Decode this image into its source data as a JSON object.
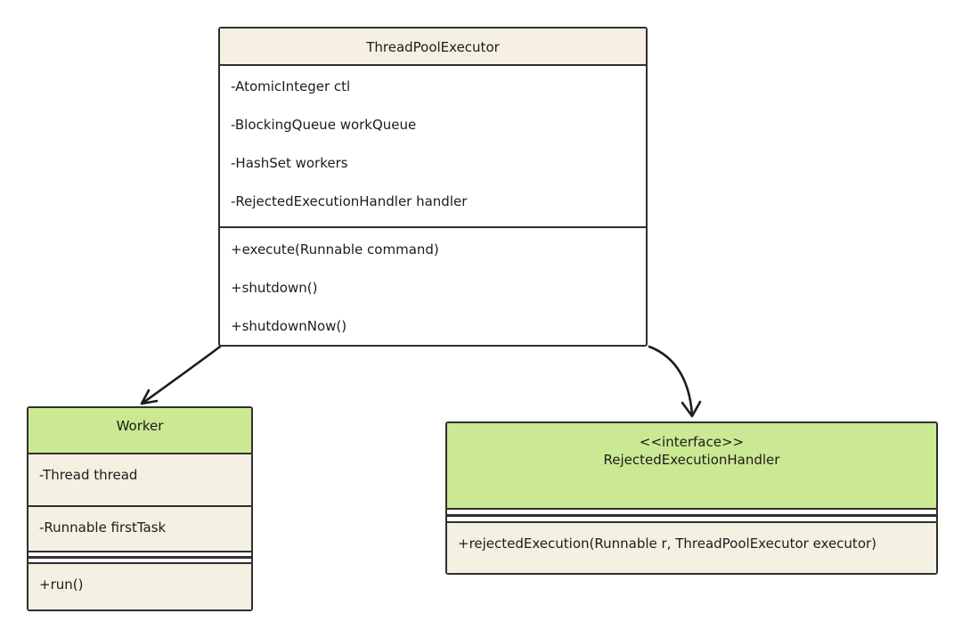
{
  "diagram": {
    "type": "uml-class-diagram",
    "classes": {
      "thread_pool_executor": {
        "title": "ThreadPoolExecutor",
        "fields": [
          "-AtomicInteger ctl",
          "-BlockingQueue workQueue",
          "-HashSet workers",
          "-RejectedExecutionHandler handler"
        ],
        "methods": [
          "+execute(Runnable command)",
          "+shutdown()",
          "+shutdownNow()"
        ]
      },
      "worker": {
        "title": "Worker",
        "fields": [
          "-Thread thread",
          "-Runnable firstTask"
        ],
        "methods": [
          "+run()"
        ]
      },
      "rejected_execution_handler": {
        "stereotype": "<<interface>>",
        "title": "RejectedExecutionHandler",
        "fields": [],
        "methods": [
          "+rejectedExecution(Runnable r, ThreadPoolExecutor executor)"
        ]
      }
    },
    "relations": [
      {
        "from": "ThreadPoolExecutor",
        "to": "Worker",
        "style": "arrow"
      },
      {
        "from": "ThreadPoolExecutor",
        "to": "RejectedExecutionHandler",
        "style": "arrow"
      }
    ],
    "colors": {
      "plain_header": "#f5f0e2",
      "highlight_header": "#cbe892",
      "compartment_fill": "#f4f0e2",
      "body_fill": "#ffffff",
      "stroke": "#2f2f2f"
    }
  }
}
